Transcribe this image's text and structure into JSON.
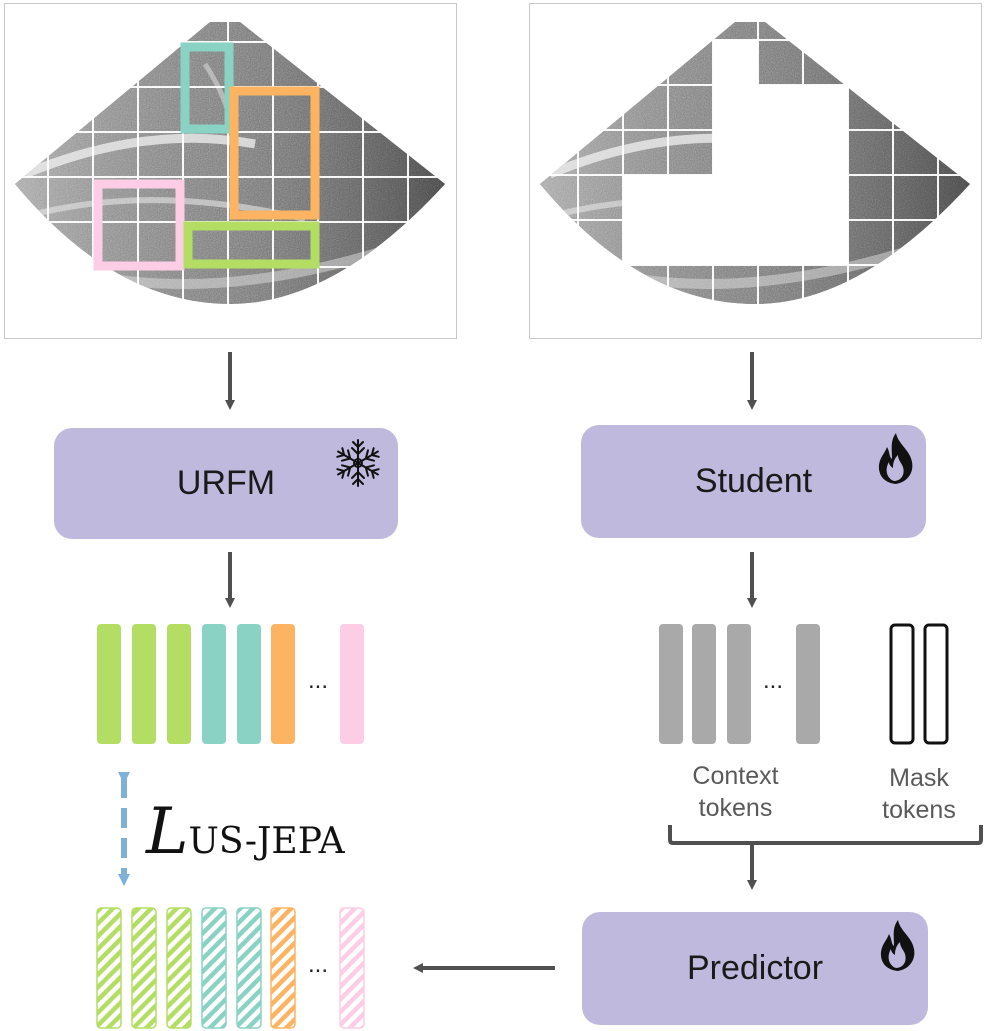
{
  "encoder": {
    "label": "URFM",
    "state_icon": "snowflake-icon"
  },
  "student": {
    "label": "Student",
    "state_icon": "fire-icon"
  },
  "predictor": {
    "label": "Predictor",
    "state_icon": "fire-icon"
  },
  "tokens": {
    "ellipsis": "...",
    "context_caption_line1": "Context",
    "context_caption_line2": "tokens",
    "mask_caption_line1": "Mask",
    "mask_caption_line2": "tokens"
  },
  "loss": {
    "symbol": "L",
    "subscript": "US-JEPA"
  },
  "colors": {
    "block": "#bfbadd",
    "green": "#b3de63",
    "teal": "#8ad3c4",
    "orange": "#fdb462",
    "pink": "#fccde5",
    "gray_token": "#a9a9a9",
    "arrow": "#505050",
    "loss_arrow": "#7fb0d8"
  }
}
